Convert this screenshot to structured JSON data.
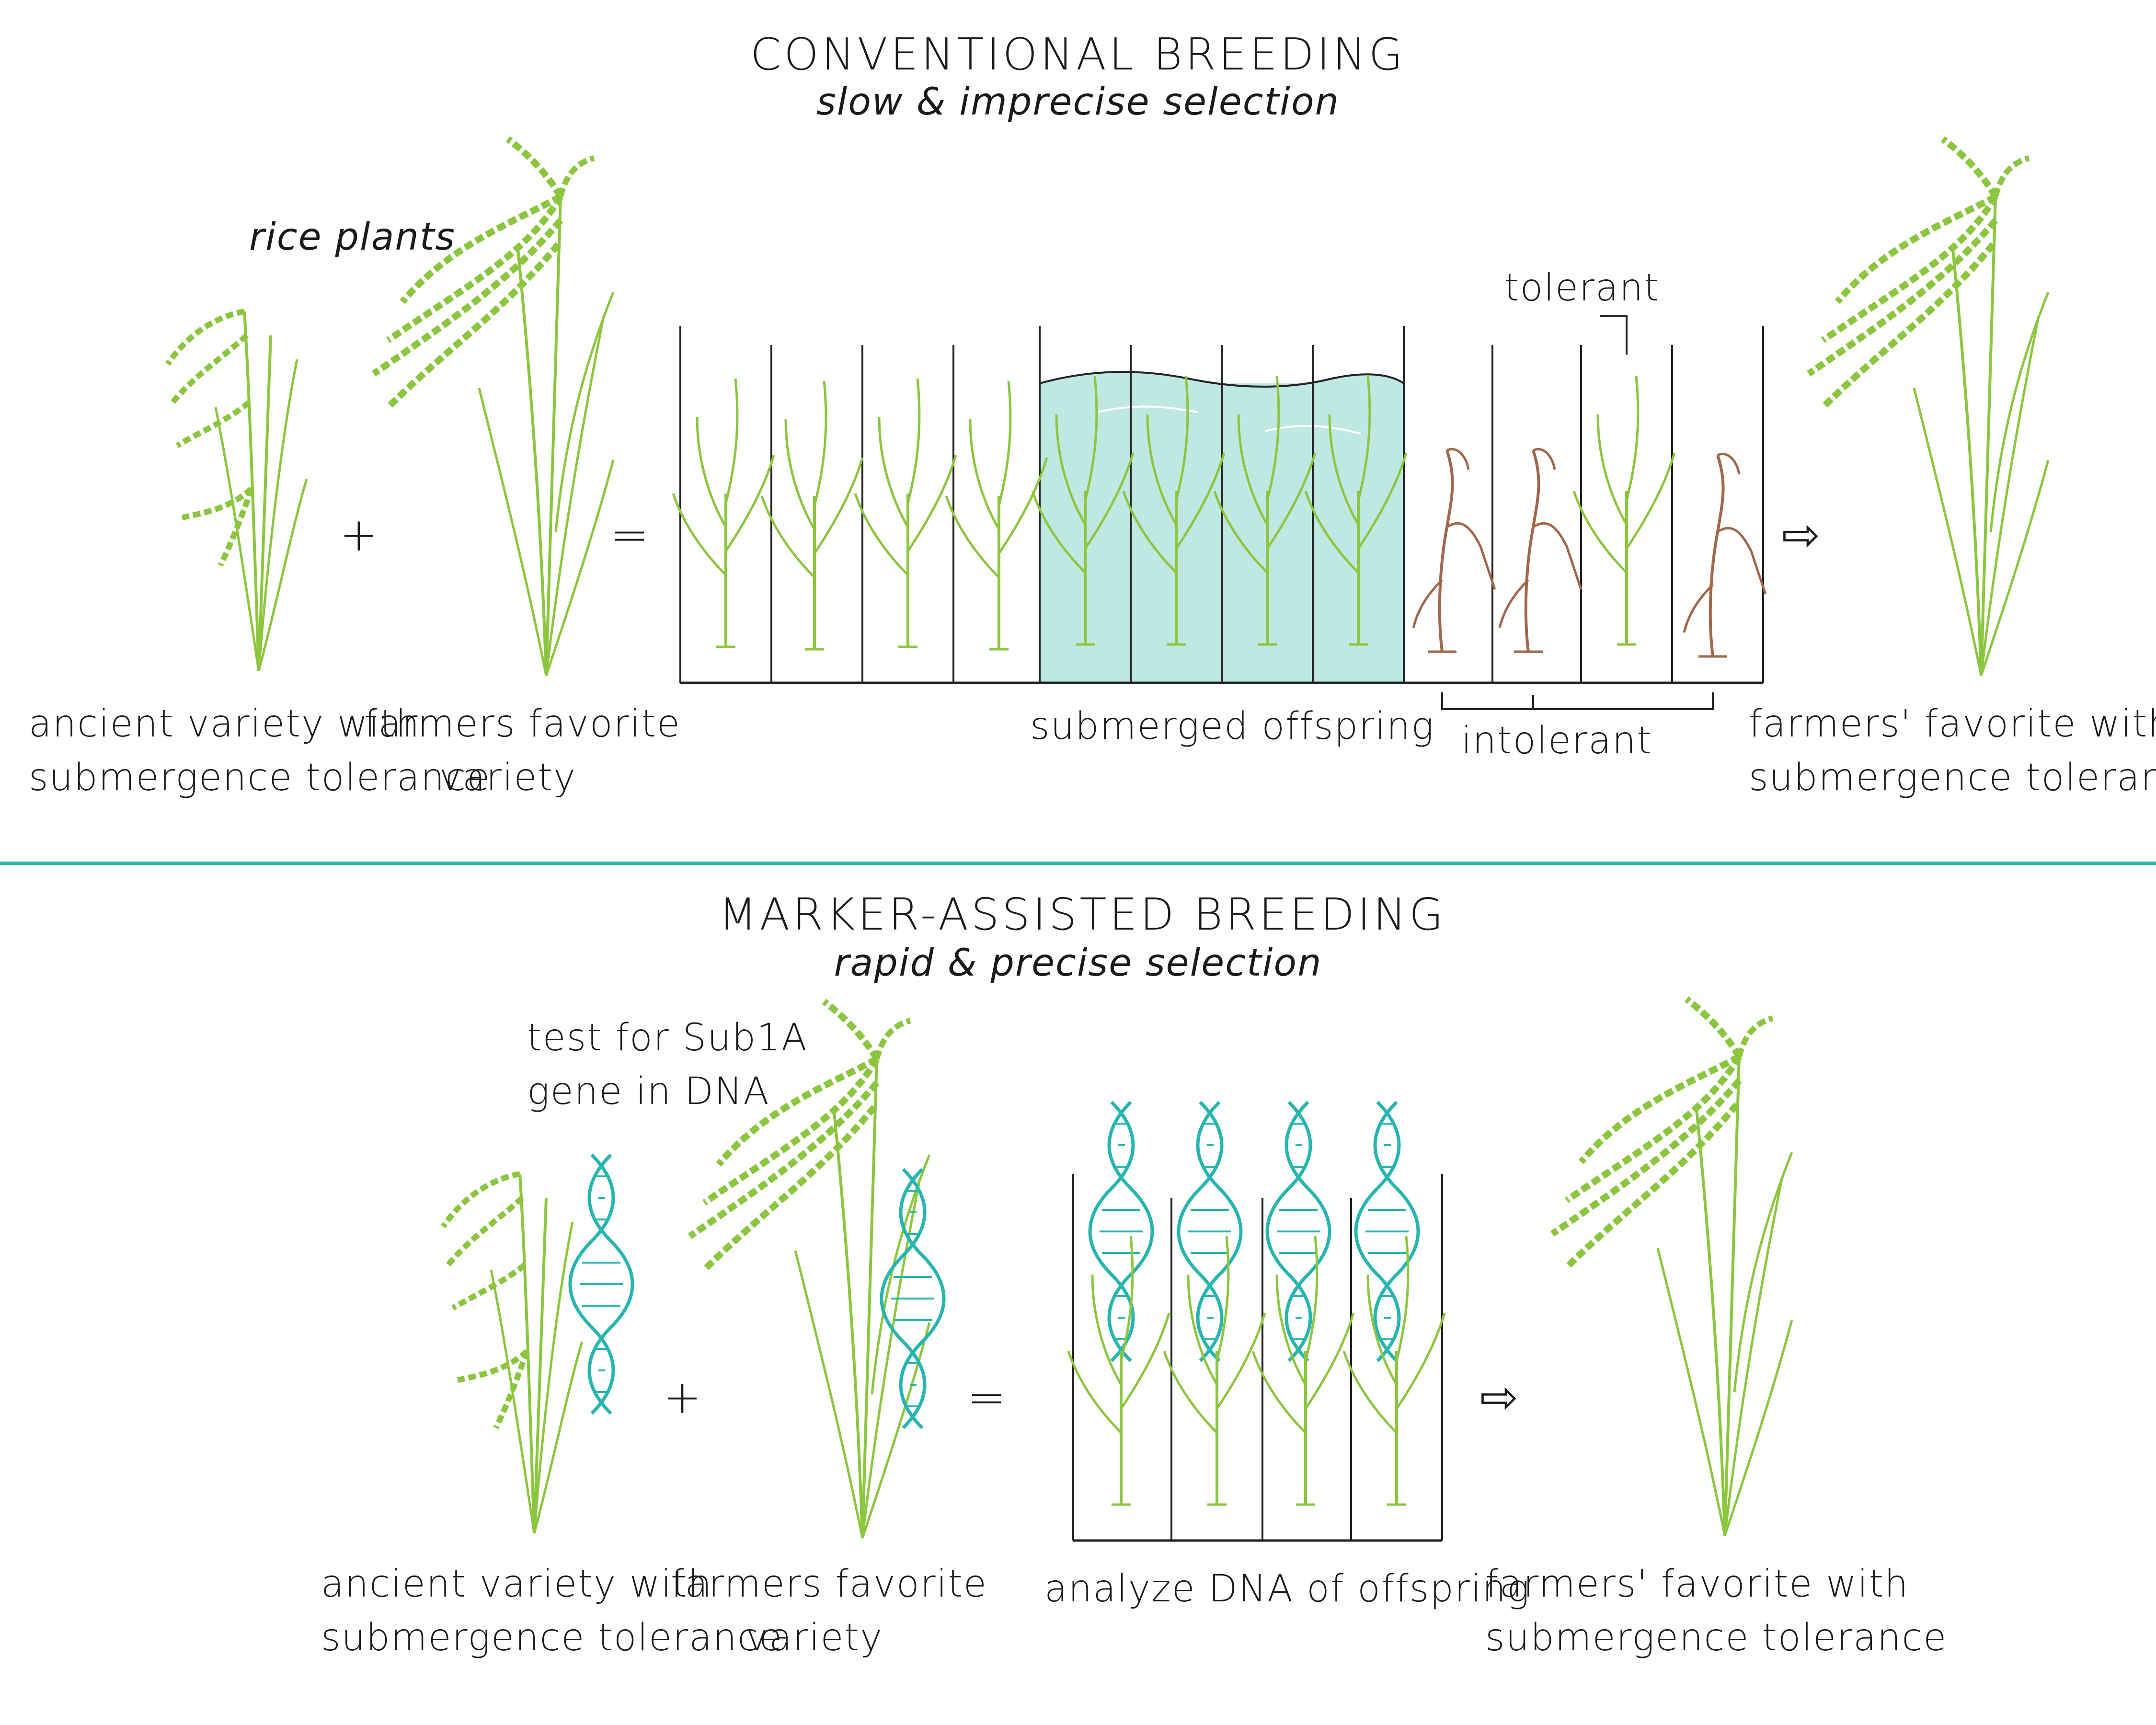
{
  "conventional": {
    "title": "CONVENTIONAL BREEDING",
    "subtitle": "slow & imprecise selection",
    "label_rice_plants": "rice plants",
    "parent_ancient_line1": "ancient variety with",
    "parent_ancient_line2": "submergence tolerance",
    "parent_favorite_line1": "farmers favorite",
    "parent_favorite_line2": "variety",
    "label_submerged": "submerged offspring",
    "label_tolerant": "tolerant",
    "label_intolerant": "intolerant",
    "result_line1": "farmers' favorite with",
    "result_line2": "submergence tolerance",
    "plus": "+",
    "equals": "=",
    "arrow": "⇨"
  },
  "marker_assisted": {
    "title": "MARKER-ASSISTED BREEDING",
    "subtitle": "rapid & precise selection",
    "label_test_line1": "test for Sub1A",
    "label_test_line2": "gene in DNA",
    "parent_ancient_line1": "ancient variety with",
    "parent_ancient_line2": "submergence tolerance",
    "parent_favorite_line1": "farmers favorite",
    "parent_favorite_line2": "variety",
    "label_analyze": "analyze DNA of offspring",
    "result_line1": "farmers' favorite with",
    "result_line2": "submergence tolerance",
    "plus": "+",
    "equals": "=",
    "arrow": "⇨"
  },
  "colors": {
    "plant_green": "#8cc63f",
    "dna_teal": "#27b5b0",
    "water": "#bfe8e3",
    "divider": "#2bb5a3",
    "dead_plant": "#a0674a",
    "line_black": "#222222"
  }
}
